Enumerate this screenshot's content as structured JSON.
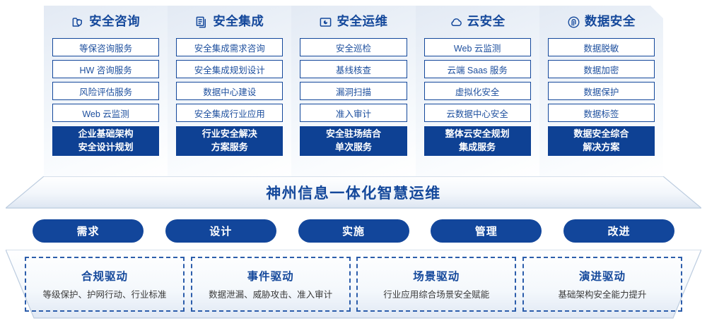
{
  "pillars": [
    {
      "icon": "folder-shield-icon",
      "title": "安全咨询",
      "items": [
        "等保咨询服务",
        "HW 咨询服务",
        "风险评估服务",
        "Web 云监测"
      ],
      "summary_line1": "企业基础架构",
      "summary_line2": "安全设计规划"
    },
    {
      "icon": "document-copy-icon",
      "title": "安全集成",
      "items": [
        "安全集成需求咨询",
        "安全集成规划设计",
        "数据中心建设",
        "安全集成行业应用"
      ],
      "summary_line1": "行业安全解决",
      "summary_line2": "方案服务"
    },
    {
      "icon": "folder-chart-icon",
      "title": "安全运维",
      "items": [
        "安全巡检",
        "基线核查",
        "漏洞扫描",
        "准入审计"
      ],
      "summary_line1": "安全驻场结合",
      "summary_line2": "单次服务"
    },
    {
      "icon": "cloud-icon",
      "title": "云安全",
      "items": [
        "Web 云监测",
        "云端 Saas 服务",
        "虚拟化安全",
        "云数据中心安全"
      ],
      "summary_line1": "整体云安全规划",
      "summary_line2": "集成服务"
    },
    {
      "icon": "fingerprint-icon",
      "title": "数据安全",
      "items": [
        "数据脱敏",
        "数据加密",
        "数据保护",
        "数据标签"
      ],
      "summary_line1": "数据安全综合",
      "summary_line2": "解决方案"
    }
  ],
  "banner": {
    "text": "神州信息一体化智慧运维"
  },
  "phases": [
    {
      "label": "需求"
    },
    {
      "label": "设计"
    },
    {
      "label": "实施"
    },
    {
      "label": "管理"
    },
    {
      "label": "改进"
    }
  ],
  "drivers": [
    {
      "title": "合规驱动",
      "desc": "等级保护、护网行动、行业标准"
    },
    {
      "title": "事件驱动",
      "desc": "数据泄漏、威胁攻击、准入审计"
    },
    {
      "title": "场景驱动",
      "desc": "行业应用综合场景安全赋能"
    },
    {
      "title": "演进驱动",
      "desc": "基础架构安全能力提升"
    }
  ],
  "colors": {
    "brand_blue": "#14489b",
    "deep_blue": "#0e4194",
    "pill_blue": "#12469b",
    "card_border": "#14489b",
    "dashed_border": "#2c5dab",
    "desc_text": "#3a3a3a"
  }
}
